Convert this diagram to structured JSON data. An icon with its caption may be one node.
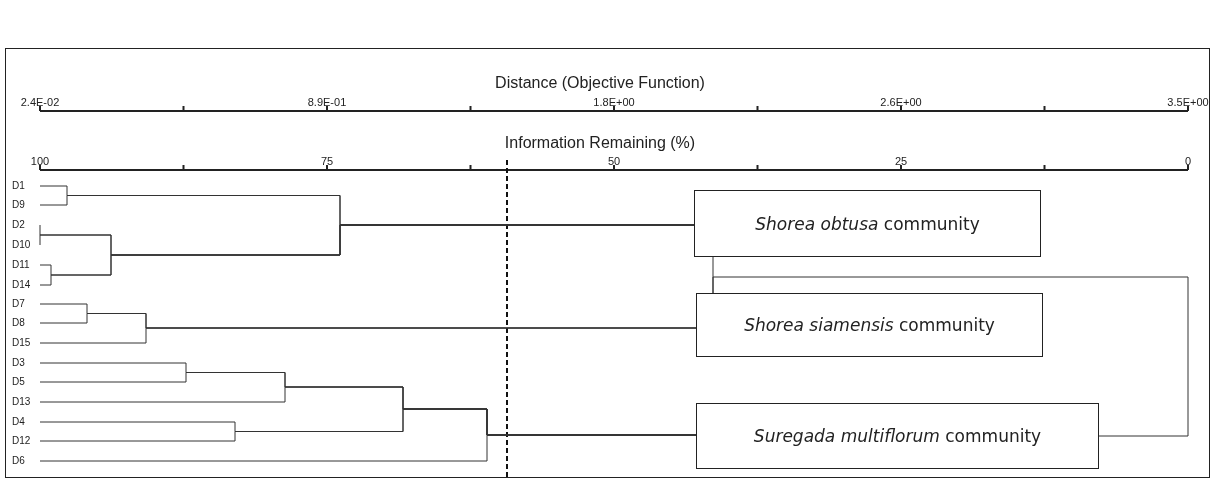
{
  "diagram": {
    "nodes": [
      {
        "text": [
          "D1"
        ]
      },
      {
        "text": [
          "D9"
        ]
      },
      {
        "text": [
          "D2"
        ]
      },
      {
        "text": [
          "D10"
        ]
      },
      {
        "text": [
          "D11"
        ]
      },
      {
        "text": [
          "D14"
        ]
      },
      {
        "text": [
          "D7"
        ]
      },
      {
        "text": [
          "D8"
        ]
      },
      {
        "text": [
          "D15"
        ]
      },
      {
        "text": [
          "D3"
        ]
      },
      {
        "text": [
          "D5"
        ]
      },
      {
        "text": [
          "D13"
        ]
      },
      {
        "text": [
          "D4"
        ]
      },
      {
        "text": [
          "D12"
        ]
      },
      {
        "text": [
          "D6"
        ]
      },
      {
        "text": [
          "*Shorea obtusa* community"
        ]
      },
      {
        "text": [
          "*Shorea siamensis* community"
        ]
      },
      {
        "text": [
          "*Suregada multiflorum* community"
        ]
      }
    ],
    "edges": [
      {
        "from": 0,
        "to": 15,
        "arrow": "none"
      },
      {
        "from": 1,
        "to": 15,
        "arrow": "none"
      },
      {
        "from": 2,
        "to": 15,
        "arrow": "none"
      },
      {
        "from": 3,
        "to": 15,
        "arrow": "none"
      },
      {
        "from": 4,
        "to": 15,
        "arrow": "none"
      },
      {
        "from": 5,
        "to": 15,
        "arrow": "none"
      },
      {
        "from": 6,
        "to": 16,
        "arrow": "none"
      },
      {
        "from": 7,
        "to": 16,
        "arrow": "none"
      },
      {
        "from": 8,
        "to": 16,
        "arrow": "none"
      },
      {
        "from": 9,
        "to": 17,
        "arrow": "none"
      },
      {
        "from": 10,
        "to": 17,
        "arrow": "none"
      },
      {
        "from": 11,
        "to": 17,
        "arrow": "none"
      },
      {
        "from": 12,
        "to": 17,
        "arrow": "none"
      },
      {
        "from": 13,
        "to": 17,
        "arrow": "none"
      },
      {
        "from": 14,
        "to": 17,
        "arrow": "none"
      },
      {
        "from": 15,
        "to": 16,
        "arrow": "none"
      },
      {
        "from": 16,
        "to": 17,
        "arrow": "none"
      }
    ],
    "labels": [
      "Distance (Objective Function)",
      "2.4E-02",
      "8.9E-01",
      "1.8E+00",
      "2.6E+00",
      "3.5E+00",
      "Information Remaining (%)",
      "100",
      "75",
      "50",
      "25",
      "0"
    ]
  }
}
